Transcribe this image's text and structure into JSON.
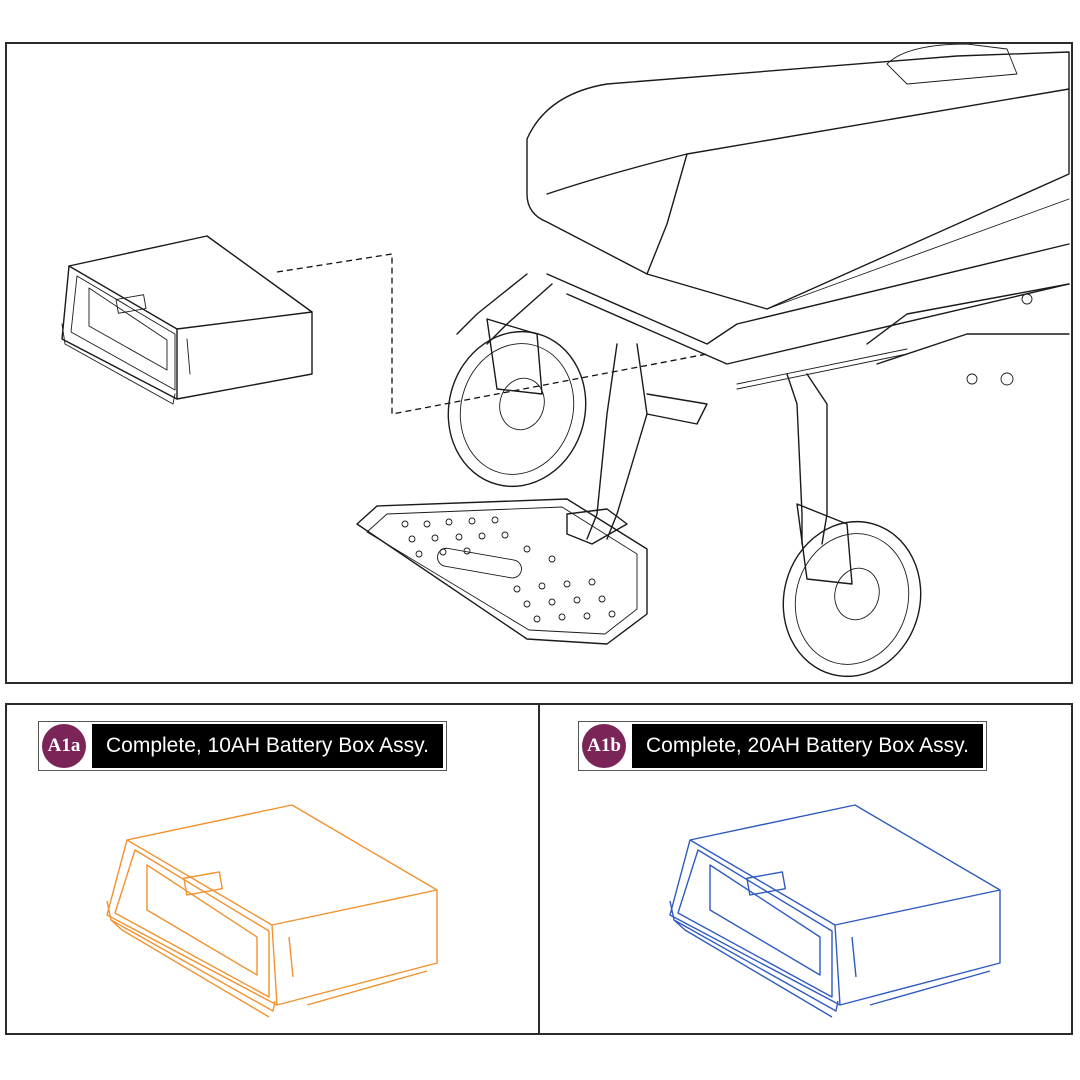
{
  "parts": [
    {
      "id": "A1a",
      "label": "Complete, 10AH Battery Box Assy.",
      "highlight_color": "#f0922e"
    },
    {
      "id": "A1b",
      "label": "Complete, 20AH Battery Box Assy.",
      "highlight_color": "#2f5bbf"
    }
  ],
  "colors": {
    "badge": "#7a2458",
    "label_bg": "#000000",
    "outline": "#1a1a1a"
  }
}
